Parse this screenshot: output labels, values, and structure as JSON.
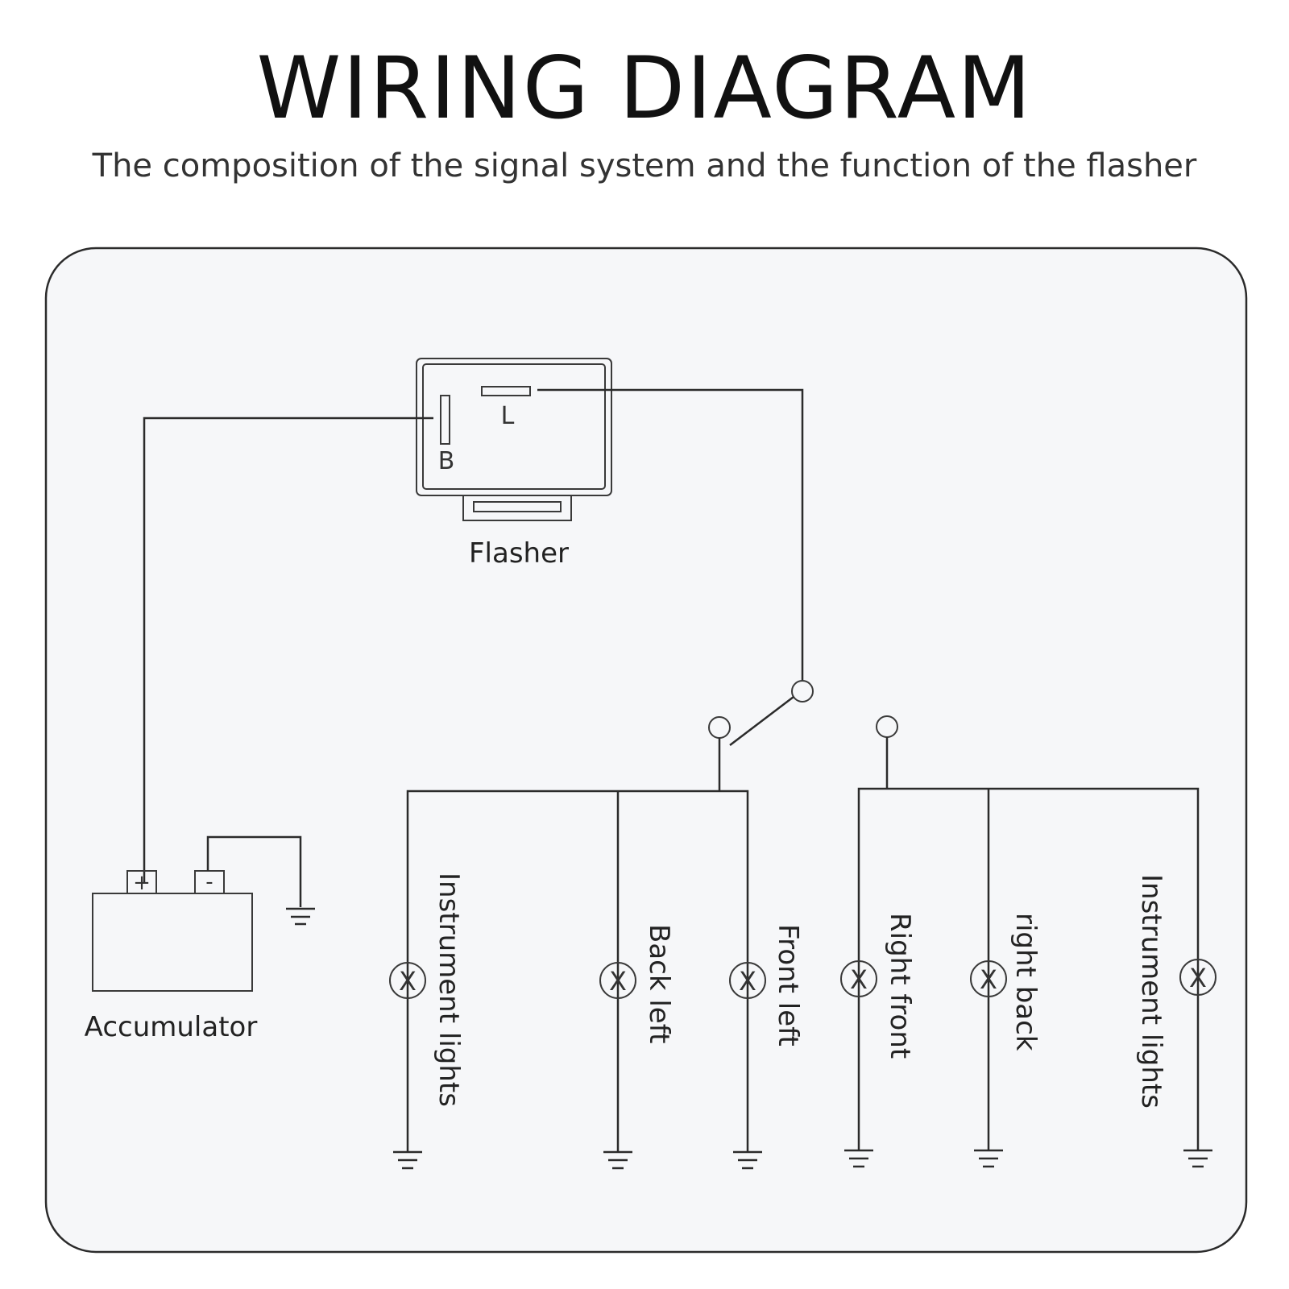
{
  "title": "WIRING DIAGRAM",
  "subtitle": "The composition of the signal system and the function of the flasher",
  "flasher": {
    "label": "Flasher",
    "terminal_b": "B",
    "terminal_l": "L"
  },
  "accumulator": {
    "label": "Accumulator",
    "positive": "+",
    "negative": "-"
  },
  "lamps": [
    {
      "label": "Instrument lights"
    },
    {
      "label": "Back left"
    },
    {
      "label": "Front left"
    },
    {
      "label": "Right front"
    },
    {
      "label": "right back"
    },
    {
      "label": "Instrument lights"
    }
  ],
  "lamp_symbol": "X",
  "colors": {
    "panel": "#f6f7f9",
    "line": "#2b2b2b"
  }
}
